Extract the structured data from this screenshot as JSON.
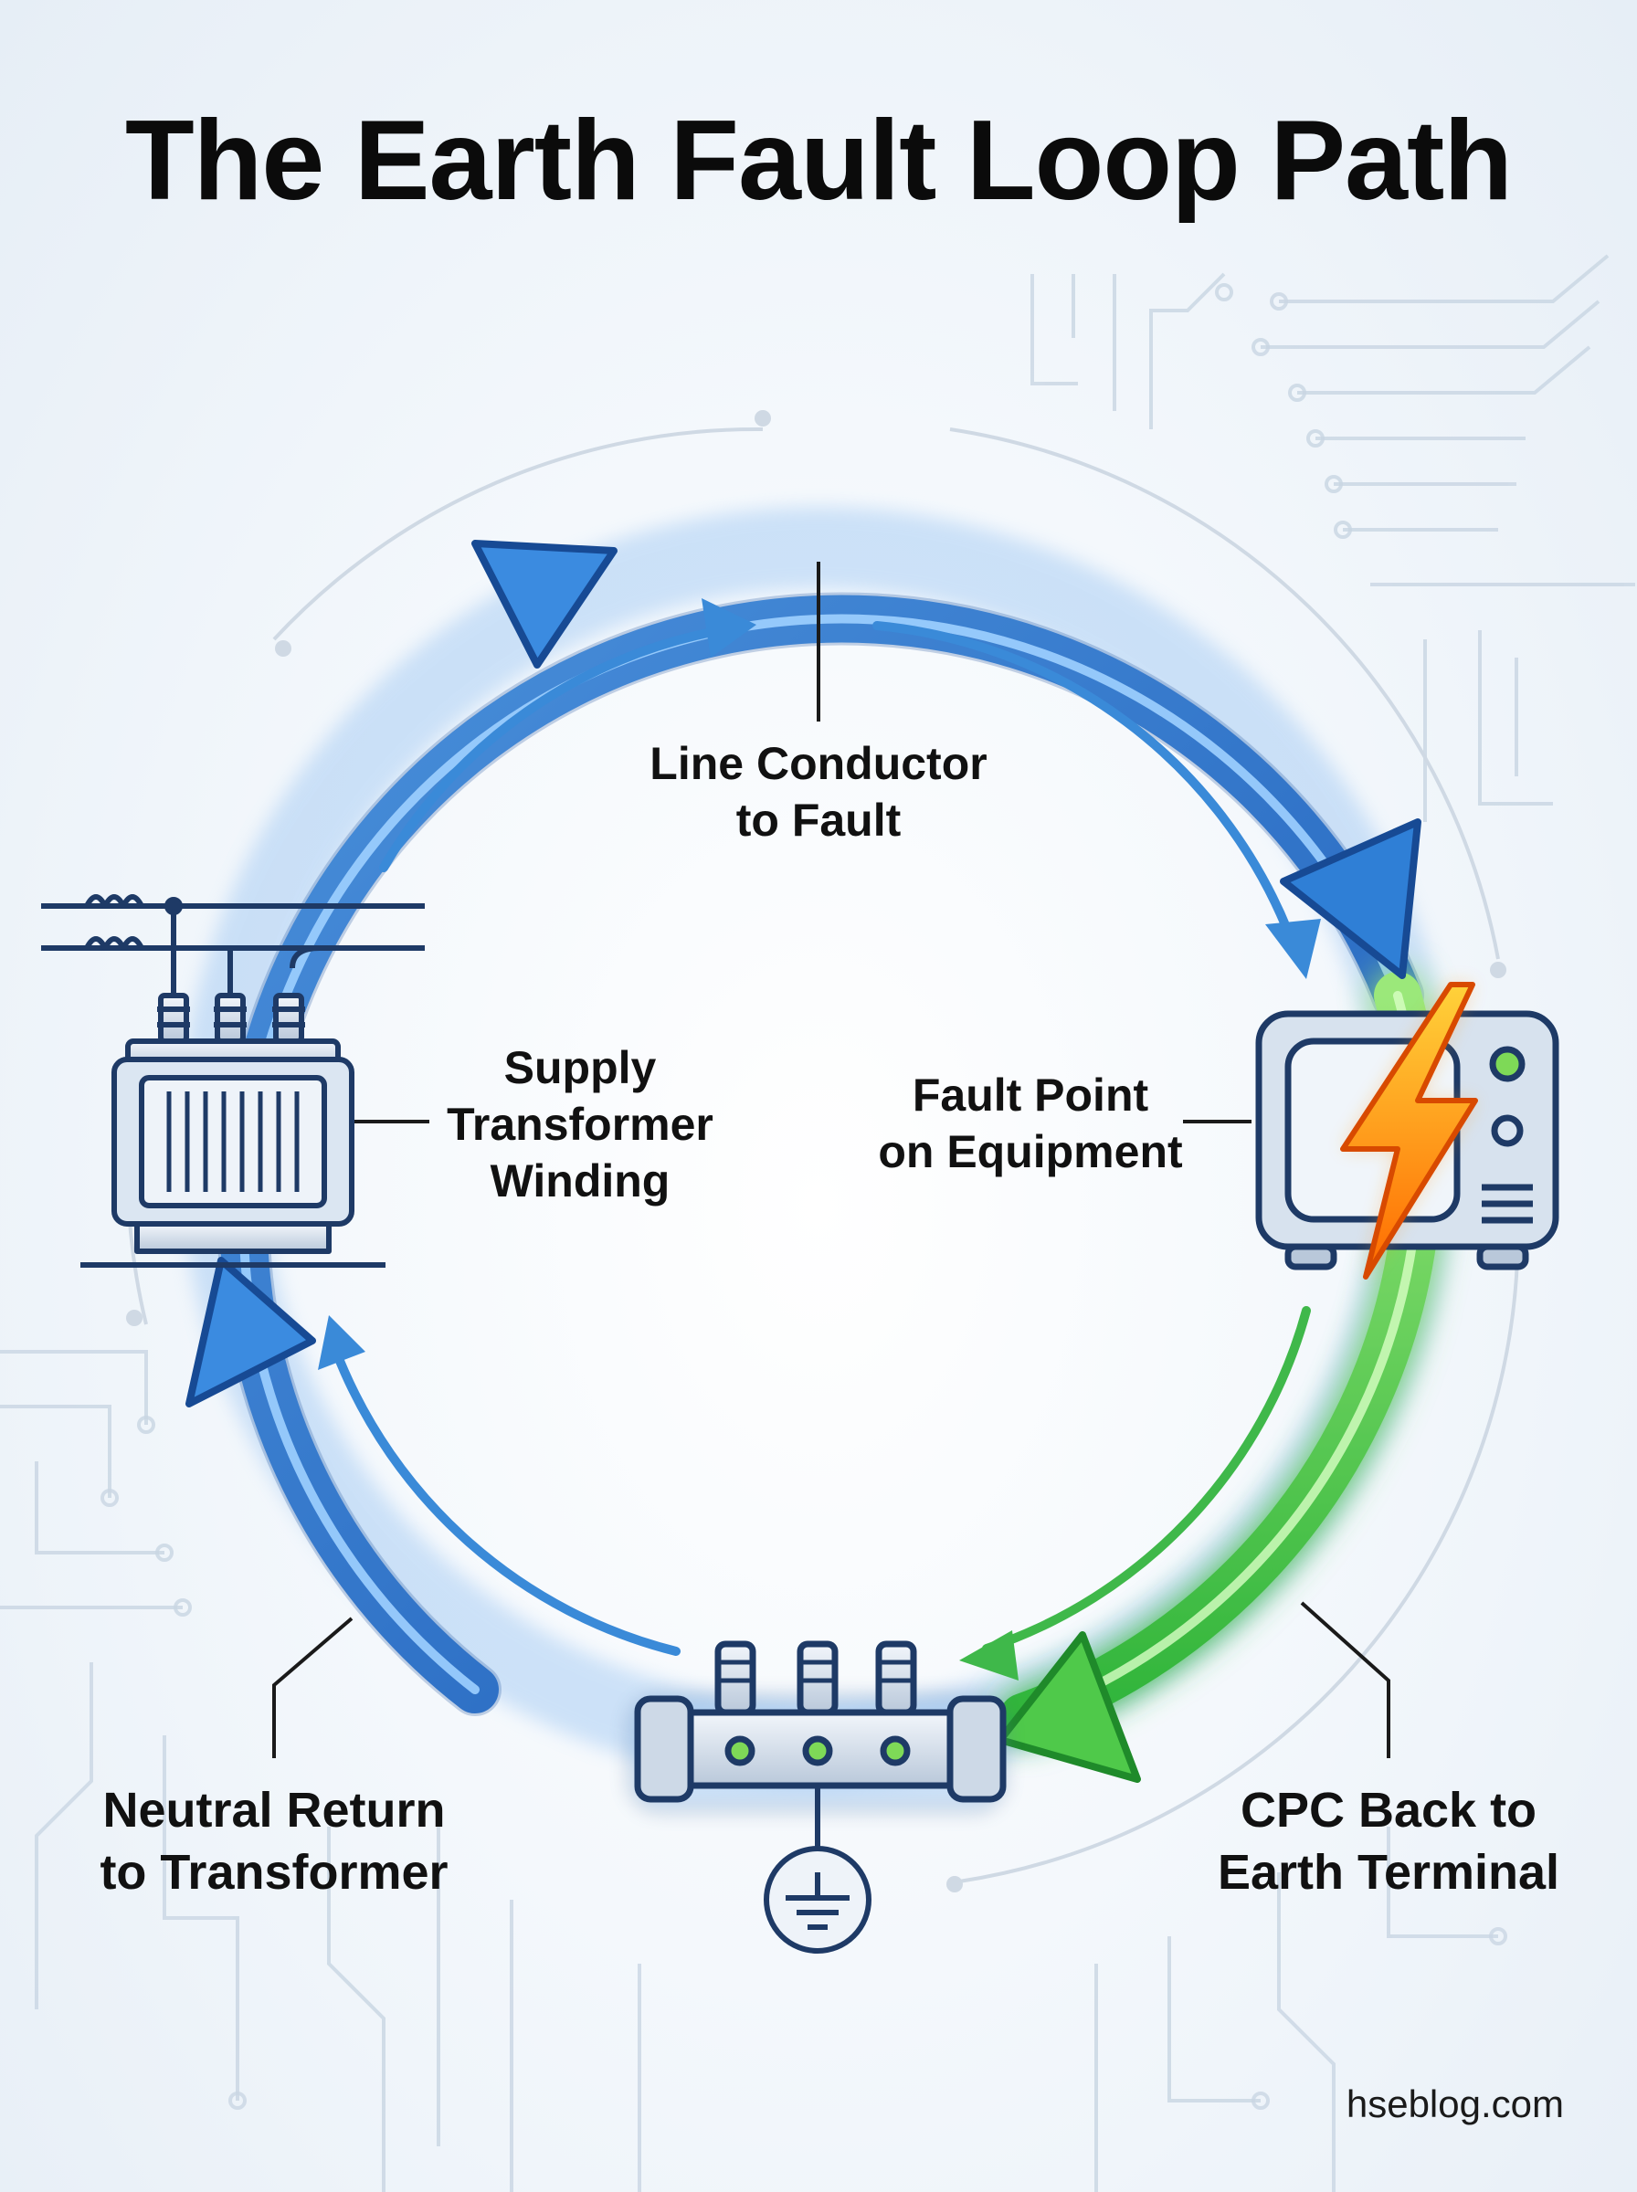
{
  "title": "The Earth Fault Loop Path",
  "labels": {
    "line_conductor": [
      "Line Conductor",
      "to Fault"
    ],
    "fault_point": [
      "Fault Point",
      "on Equipment"
    ],
    "supply_transformer": [
      "Supply",
      "Transformer",
      "Winding"
    ],
    "neutral_return": [
      "Neutral Return",
      "to Transformer"
    ],
    "cpc_back": [
      "CPC Back to",
      "Earth Terminal"
    ]
  },
  "credit": "hseblog.com",
  "colors": {
    "loop_blue": "#2f7fd6",
    "loop_blue_dark": "#1a5fb4",
    "loop_green": "#3fbf3f",
    "bolt_orange": "#ff8a00",
    "icon_stroke": "#1e3a66",
    "icon_fill": "#dbe6f2",
    "title": "#0b0b0b"
  },
  "icons": {
    "transformer": "transformer-icon",
    "equipment": "equipment-icon",
    "fault": "lightning-bolt-icon",
    "earth_bar": "earth-bar-icon",
    "earth_symbol": "earth-symbol-icon"
  }
}
